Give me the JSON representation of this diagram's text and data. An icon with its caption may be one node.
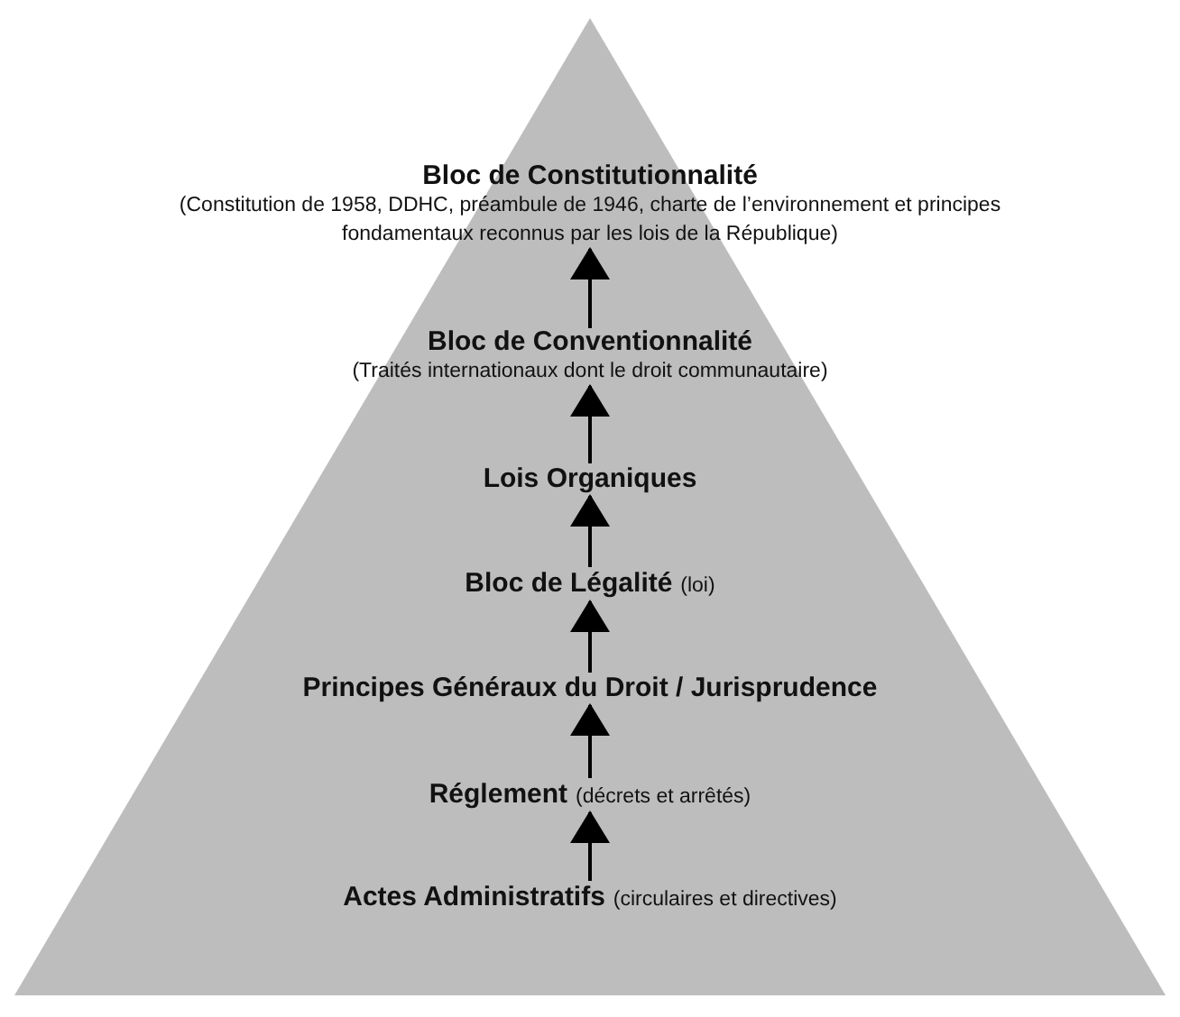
{
  "diagram": {
    "nodes": [
      {
        "text": [],
        "shape": "triangle"
      },
      {
        "text": [
          "Bloc de Constitutionnalité",
          "(Constitution de 1958, DDHC, préambule de 1946, charte de l’environnement et principes fondamentaux reconnus par les lois de la République)"
        ],
        "in": 0
      },
      {
        "text": [
          "Bloc de Conventionnalité",
          "(Traités internationaux dont le droit communautaire)"
        ],
        "in": 0
      },
      {
        "text": [
          "Lois Organiques"
        ],
        "in": 0
      },
      {
        "text": [
          "Bloc de Légalité",
          "(loi)"
        ],
        "in": 0
      },
      {
        "text": [
          "Principes Généraux du Droit / Jurisprudence"
        ],
        "in": 0
      },
      {
        "text": [
          "Réglement",
          "(décrets et arrêtés)"
        ],
        "in": 0
      },
      {
        "text": [
          "Actes Administratifs",
          "(circulaires et directives)"
        ],
        "in": 0
      }
    ],
    "edges": [
      {
        "from": 2,
        "to": 1,
        "arrow": "to"
      },
      {
        "from": 3,
        "to": 2,
        "arrow": "to"
      },
      {
        "from": 4,
        "to": 3,
        "arrow": "to"
      },
      {
        "from": 5,
        "to": 4,
        "arrow": "to"
      },
      {
        "from": 6,
        "to": 5,
        "arrow": "to"
      },
      {
        "from": 7,
        "to": 6,
        "arrow": "to"
      }
    ]
  }
}
